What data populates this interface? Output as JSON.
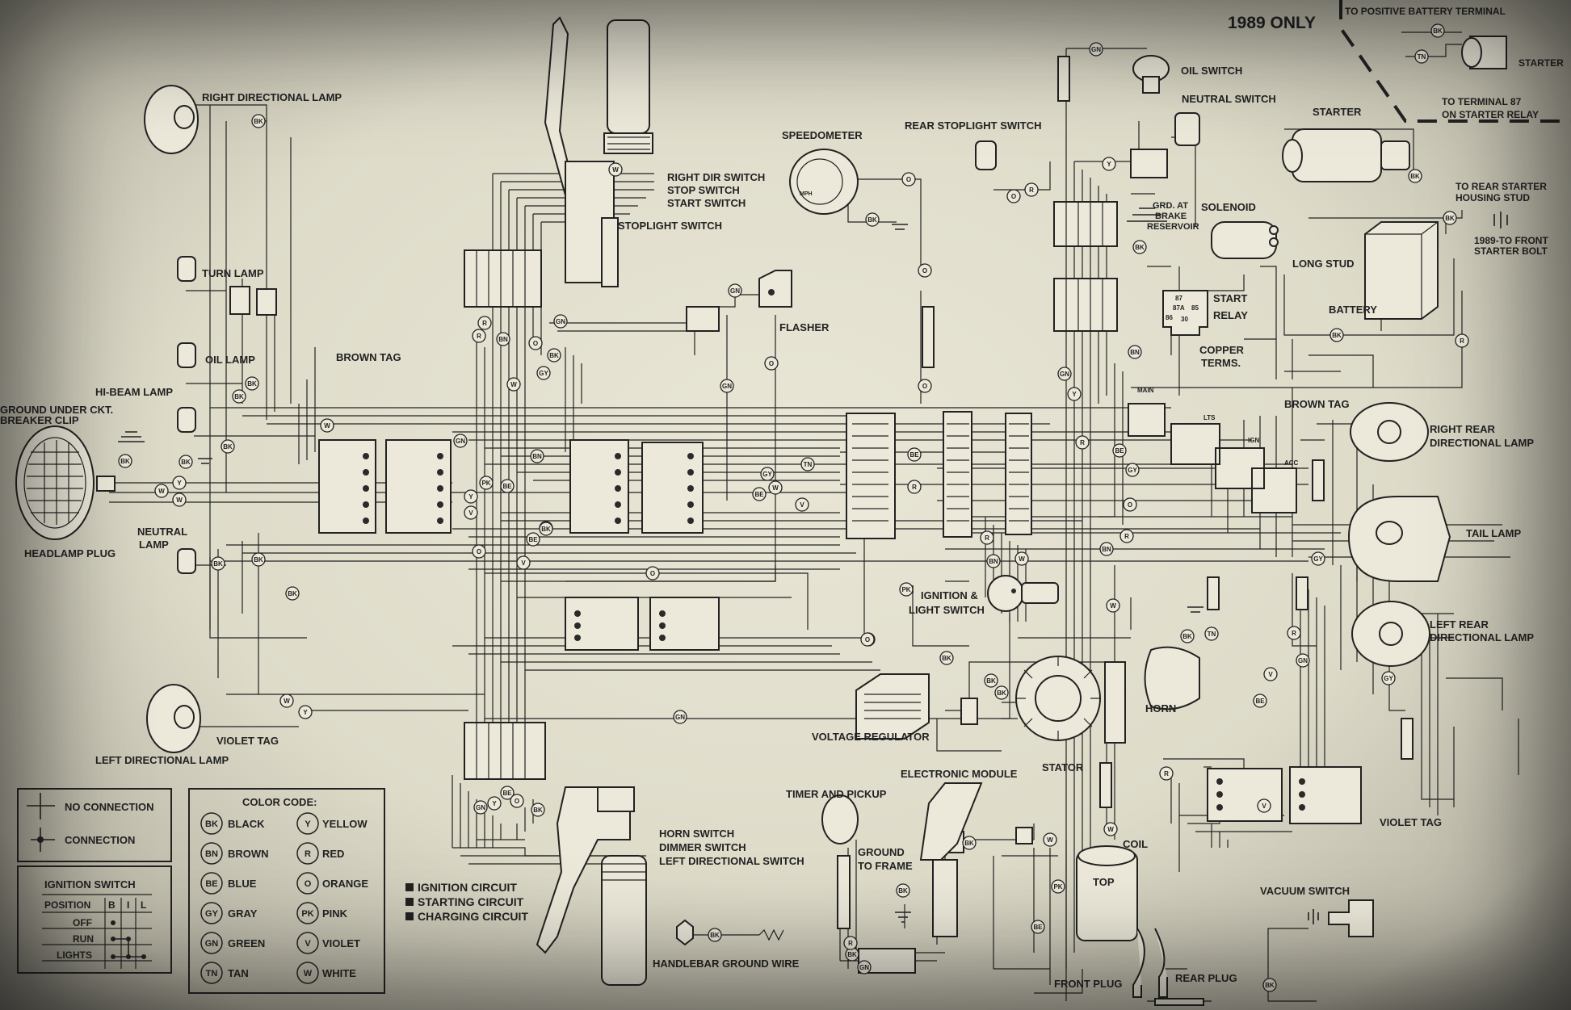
{
  "header": {
    "year_note": "1989 ONLY"
  },
  "inset": {
    "positive_terminal": "TO POSITIVE BATTERY TERMINAL",
    "starter": "STARTER",
    "terminal87_line1": "TO TERMINAL 87",
    "terminal87_line2": "ON STARTER RELAY"
  },
  "components": {
    "right_directional_lamp": "RIGHT DIRECTIONAL LAMP",
    "turn_lamp": "TURN LAMP",
    "oil_lamp": "OIL LAMP",
    "brown_tag_left": "BROWN TAG",
    "hi_beam_lamp": "HI-BEAM LAMP",
    "ground_clip_line1": "GROUND UNDER CKT.",
    "ground_clip_line2": "BREAKER CLIP",
    "headlamp_plug": "HEADLAMP PLUG",
    "neutral_lamp_line1": "NEUTRAL",
    "neutral_lamp_line2": "LAMP",
    "violet_tag_left": "VIOLET TAG",
    "left_directional_lamp": "LEFT DIRECTIONAL LAMP",
    "right_dir_switch": "RIGHT DIR SWITCH",
    "stop_switch": "STOP SWITCH",
    "start_switch": "START SWITCH",
    "stoplight_switch": "STOPLIGHT SWITCH",
    "flasher": "FLASHER",
    "speedometer": "SPEEDOMETER",
    "speedo_mph": "MPH",
    "rear_stoplight_switch": "REAR STOPLIGHT SWITCH",
    "oil_switch": "OIL SWITCH",
    "neutral_switch": "NEUTRAL SWITCH",
    "starter_main": "STARTER",
    "to_rear_starter_line1": "TO REAR STARTER",
    "to_rear_starter_line2": "HOUSING STUD",
    "grd_brake_line1": "GRD. AT",
    "grd_brake_line2": "BRAKE",
    "grd_brake_line3": "RESERVOIR",
    "solenoid": "SOLENOID",
    "front_bolt_line1": "1989-TO FRONT",
    "front_bolt_line2": "STARTER BOLT",
    "long_stud": "LONG STUD",
    "start_relay_line1": "START",
    "start_relay_line2": "RELAY",
    "battery": "BATTERY",
    "copper_terms_line1": "COPPER",
    "copper_terms_line2": "TERMS.",
    "brown_tag_right": "BROWN TAG",
    "right_rear_line1": "RIGHT REAR",
    "right_rear_line2": "DIRECTIONAL LAMP",
    "tail_lamp": "TAIL LAMP",
    "left_rear_line1": "LEFT REAR",
    "left_rear_line2": "DIRECTIONAL LAMP",
    "ignition_light_line1": "IGNITION &",
    "ignition_light_line2": "LIGHT SWITCH",
    "voltage_regulator": "VOLTAGE REGULATOR",
    "stator": "STATOR",
    "horn": "HORN",
    "electronic_module": "ELECTRONIC MODULE",
    "timer_pickup": "TIMER AND PICKUP",
    "ground_frame_line1": "GROUND",
    "ground_frame_line2": "TO FRAME",
    "coil": "COIL",
    "coil_top": "TOP",
    "violet_tag_right": "VIOLET TAG",
    "horn_switch": "HORN SWITCH",
    "dimmer_switch": "DIMMER SWITCH",
    "left_dir_switch": "LEFT DIRECTIONAL SWITCH",
    "handlebar_ground": "HANDLEBAR GROUND WIRE",
    "vacuum_switch": "VACUUM SWITCH",
    "front_plug": "FRONT PLUG",
    "rear_plug": "REAR PLUG",
    "relay_pins": [
      "87",
      "87A",
      "85",
      "86",
      "30"
    ],
    "copper_pins": [
      "MAIN",
      "LTS",
      "IGN",
      "ACC"
    ]
  },
  "connection_legend": {
    "no_connection": "NO CONNECTION",
    "connection": "CONNECTION"
  },
  "ignition_switch_table": {
    "title": "IGNITION SWITCH",
    "header": [
      "POSITION",
      "B",
      "I",
      "L"
    ],
    "rows": [
      "OFF",
      "RUN",
      "LIGHTS"
    ]
  },
  "color_code": {
    "title": "COLOR CODE:",
    "left": [
      {
        "code": "BK",
        "name": "BLACK"
      },
      {
        "code": "BN",
        "name": "BROWN"
      },
      {
        "code": "BE",
        "name": "BLUE"
      },
      {
        "code": "GY",
        "name": "GRAY"
      },
      {
        "code": "GN",
        "name": "GREEN"
      },
      {
        "code": "TN",
        "name": "TAN"
      }
    ],
    "right": [
      {
        "code": "Y",
        "name": "YELLOW"
      },
      {
        "code": "R",
        "name": "RED"
      },
      {
        "code": "O",
        "name": "ORANGE"
      },
      {
        "code": "PK",
        "name": "PINK"
      },
      {
        "code": "V",
        "name": "VIOLET"
      },
      {
        "code": "W",
        "name": "WHITE"
      }
    ]
  },
  "circuits": [
    "IGNITION CIRCUIT",
    "STARTING CIRCUIT",
    "CHARGING CIRCUIT"
  ],
  "wire_tags": {
    "bk": "BK",
    "w": "W",
    "y": "Y",
    "r": "R",
    "o": "O",
    "gn": "GN",
    "be": "BE",
    "bn": "BN",
    "v": "V",
    "tn": "TN",
    "pk": "PK",
    "gy": "GY"
  }
}
